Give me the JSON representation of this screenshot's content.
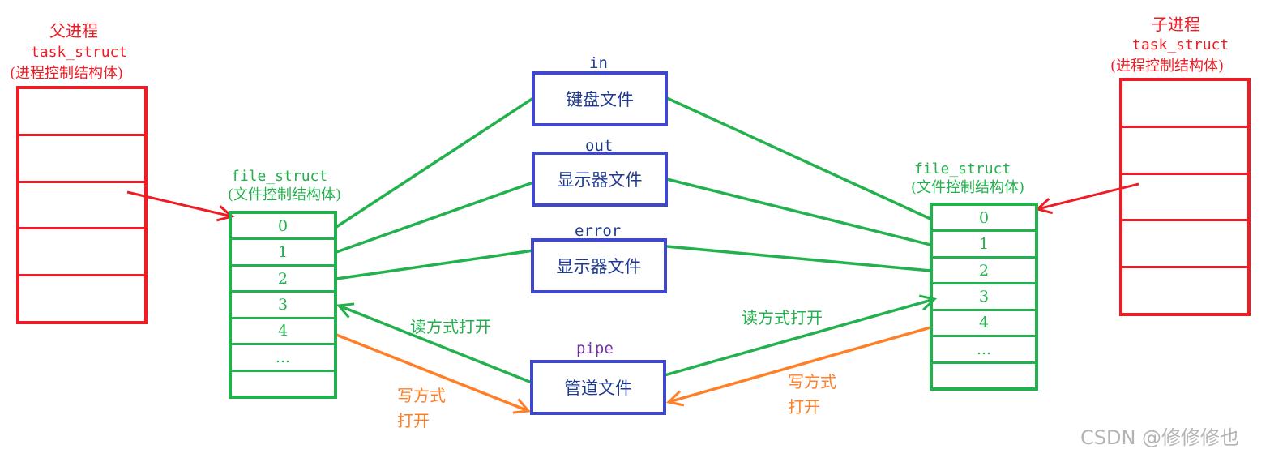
{
  "parent": {
    "title": "父进程",
    "struct_name": "task_struct",
    "struct_desc": "(进程控制结构体)",
    "rows": 5
  },
  "child": {
    "title": "子进程",
    "struct_name": "task_struct",
    "struct_desc": "(进程控制结构体)",
    "rows": 5
  },
  "parent_fd_table": {
    "name": "file_struct",
    "desc": "(文件控制结构体)",
    "rows": [
      "0",
      "1",
      "2",
      "3",
      "4",
      "...",
      ""
    ]
  },
  "child_fd_table": {
    "name": "file_struct",
    "desc": "(文件控制结构体)",
    "rows": [
      "0",
      "1",
      "2",
      "3",
      "4",
      "...",
      ""
    ]
  },
  "files": [
    {
      "label": "in",
      "name": "键盘文件"
    },
    {
      "label": "out",
      "name": "显示器文件"
    },
    {
      "label": "error",
      "name": "显示器文件"
    },
    {
      "label": "pipe",
      "name": "管道文件"
    }
  ],
  "edge_labels": {
    "parent_read": "读方式打开",
    "parent_write_line1": "写方式",
    "parent_write_line2": "打开",
    "child_read": "读方式打开",
    "child_write_line1": "写方式",
    "child_write_line2": "打开"
  },
  "colors": {
    "process": "#ee1c24",
    "fd_table": "#22b14c",
    "file_box": "#3f48cc",
    "write_arrow": "#ff7f27",
    "pipe_label": "#7030a0"
  },
  "watermark": "CSDN @修修修也"
}
